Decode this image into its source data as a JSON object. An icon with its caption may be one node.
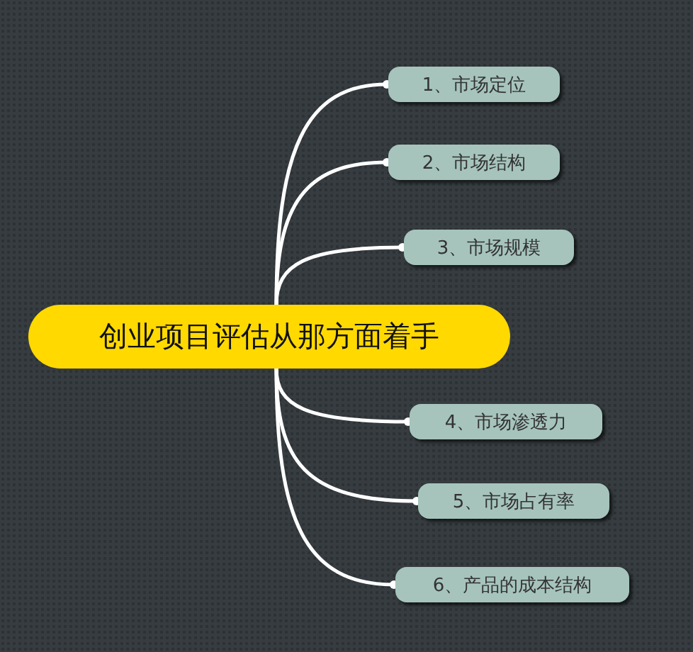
{
  "diagram": {
    "nodes": [
      {
        "text": [
          "创业项目评估从那方面着手"
        ]
      },
      {
        "text": [
          "1、市场定位"
        ]
      },
      {
        "text": [
          "2、市场结构"
        ]
      },
      {
        "text": [
          "3、市场规模"
        ]
      },
      {
        "text": [
          "4、市场渗透力"
        ]
      },
      {
        "text": [
          "5、市场占有率"
        ]
      },
      {
        "text": [
          "6、产品的成本结构"
        ]
      }
    ],
    "edges": [
      {
        "from": 0,
        "to": 1,
        "arrow": "other"
      },
      {
        "from": 0,
        "to": 2,
        "arrow": "other"
      },
      {
        "from": 0,
        "to": 3,
        "arrow": "other"
      },
      {
        "from": 0,
        "to": 4,
        "arrow": "other"
      },
      {
        "from": 0,
        "to": 5,
        "arrow": "other"
      },
      {
        "from": 0,
        "to": 6,
        "arrow": "other"
      }
    ]
  }
}
